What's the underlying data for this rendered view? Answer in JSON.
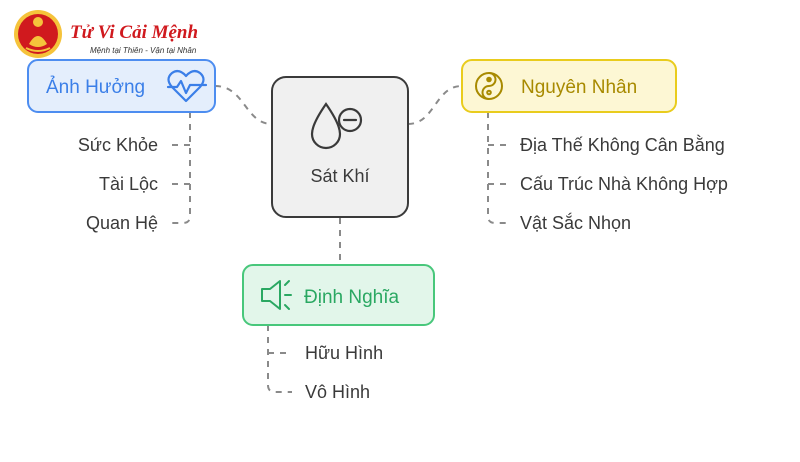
{
  "logo": {
    "title": "Tử Vi Cải Mệnh",
    "tagline": "Mệnh tại Thiên - Vận tại Nhân"
  },
  "center": {
    "label": "Sát Khí"
  },
  "effects": {
    "label": "Ảnh Hưởng",
    "items": [
      "Sức Khỏe",
      "Tài Lộc",
      "Quan Hệ"
    ]
  },
  "causes": {
    "label": "Nguyên Nhân",
    "items": [
      "Địa Thế Không Cân Bằng",
      "Cấu Trúc Nhà Không Hợp",
      "Vật Sắc Nhọn"
    ]
  },
  "definition": {
    "label": "Định Nghĩa",
    "items": [
      "Hữu Hình",
      "Vô Hình"
    ]
  },
  "colors": {
    "effects_fill": "#e4eefc",
    "effects_stroke": "#4d8df0",
    "effects_text": "#3b7fe8",
    "causes_fill": "#fdf7d4",
    "causes_stroke": "#e9cc1d",
    "causes_text": "#a88a00",
    "definition_fill": "#e2f6ea",
    "definition_stroke": "#48c77b",
    "definition_text": "#2aa862",
    "center_fill": "#f0f0f0",
    "center_stroke": "#3a3a3a",
    "leaf_text": "#3a3a3a",
    "connector": "#8a8a8a"
  }
}
